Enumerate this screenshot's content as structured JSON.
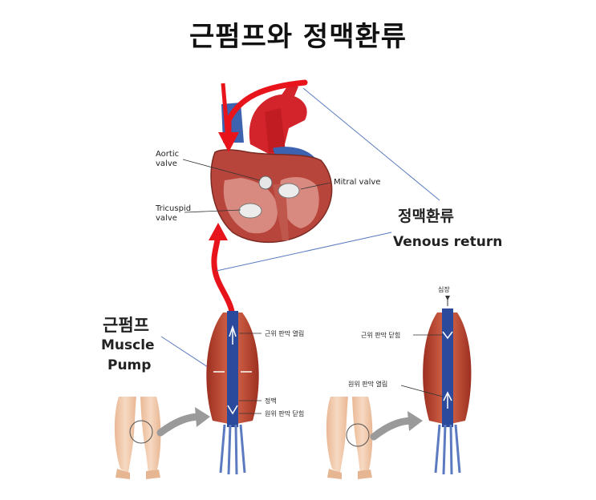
{
  "title": "근펌프와 정맥환류",
  "venous_return": {
    "ko": "정맥환류",
    "en": "Venous return"
  },
  "muscle_pump": {
    "ko": "근펌프",
    "en_line1": "Muscle",
    "en_line2": "Pump"
  },
  "heart_labels": {
    "aortic": [
      "Aortic",
      "valve"
    ],
    "tricuspid": [
      "Tricuspid",
      "valve"
    ],
    "mitral": "Mitral valve"
  },
  "left_leg_labels": {
    "proximal_open": "근위 판막 열림",
    "vein": "정맥",
    "distal_closed": "원위 판막 닫힘"
  },
  "right_leg_labels": {
    "heart": "심장",
    "proximal_closed": "근위 판막 닫힘",
    "distal_open": "원위 판막 열림"
  },
  "colors": {
    "arrow": "#e8141b",
    "muscle": "#c8523a",
    "vein": "#2b4a9c",
    "skin": "#f2c9a8"
  }
}
